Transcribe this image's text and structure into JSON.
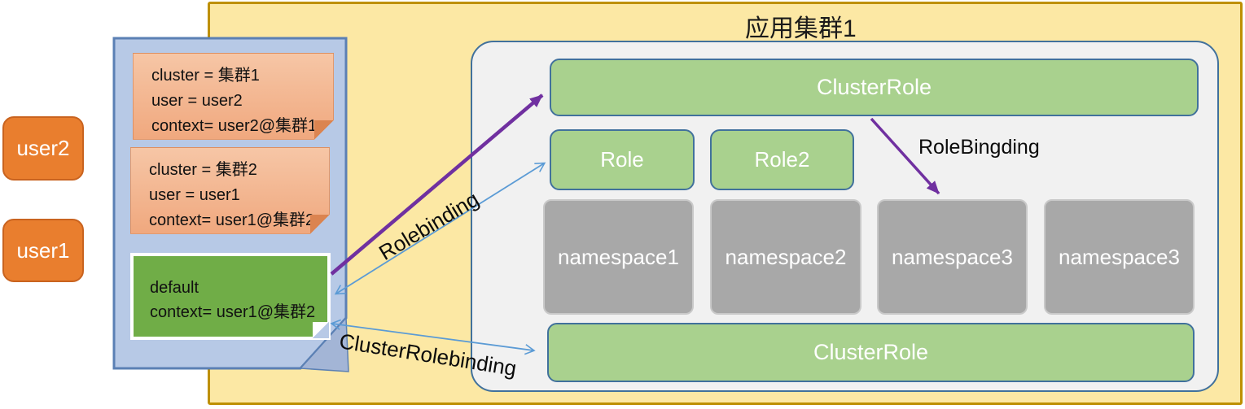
{
  "title": "应用集群1",
  "users": [
    {
      "label": "user2"
    },
    {
      "label": "user1"
    }
  ],
  "kubeconfig": {
    "contexts": [
      {
        "lines": [
          "cluster = 集群1",
          "user = user2",
          "context= user2@集群1"
        ]
      },
      {
        "lines": [
          "cluster = 集群2",
          "user = user1",
          "context= user1@集群2"
        ]
      }
    ],
    "default_context": {
      "lines": [
        "default",
        "context= user1@集群2"
      ]
    }
  },
  "cluster": {
    "cluster_role_top": "ClusterRole",
    "roles": [
      {
        "label": "Role"
      },
      {
        "label": "Role2"
      }
    ],
    "namespaces": [
      {
        "label": "namespace1"
      },
      {
        "label": "namespace2"
      },
      {
        "label": "namespace3"
      },
      {
        "label": "namespace3"
      }
    ],
    "cluster_role_bottom": "ClusterRole"
  },
  "labels": {
    "rolebinding": "Rolebinding",
    "rolebingding": "RoleBingding",
    "clusterrolebinding": "ClusterRolebinding"
  },
  "colors": {
    "outer_fill": "#FCE8A4",
    "outer_border": "#BE9000",
    "panel_fill": "#F1F1F1",
    "panel_border": "#41719C",
    "green_fill": "#A9D18E",
    "gray_fill": "#A8A8A8",
    "gray_border": "#C9C9C9",
    "config_fill": "#B7C9E6",
    "config_border": "#5B80B4",
    "config_fold": "#A3B5D6",
    "sticky_top": "#F6C6A6",
    "sticky_bottom": "#F0A87E",
    "sticky_fold": "#DB8450",
    "default_fill": "#70AD47",
    "user_fill": "#E97E2E",
    "user_border": "#C9631F",
    "purple_arrow": "#7030A0",
    "blue_arrow": "#5B9BD5"
  }
}
